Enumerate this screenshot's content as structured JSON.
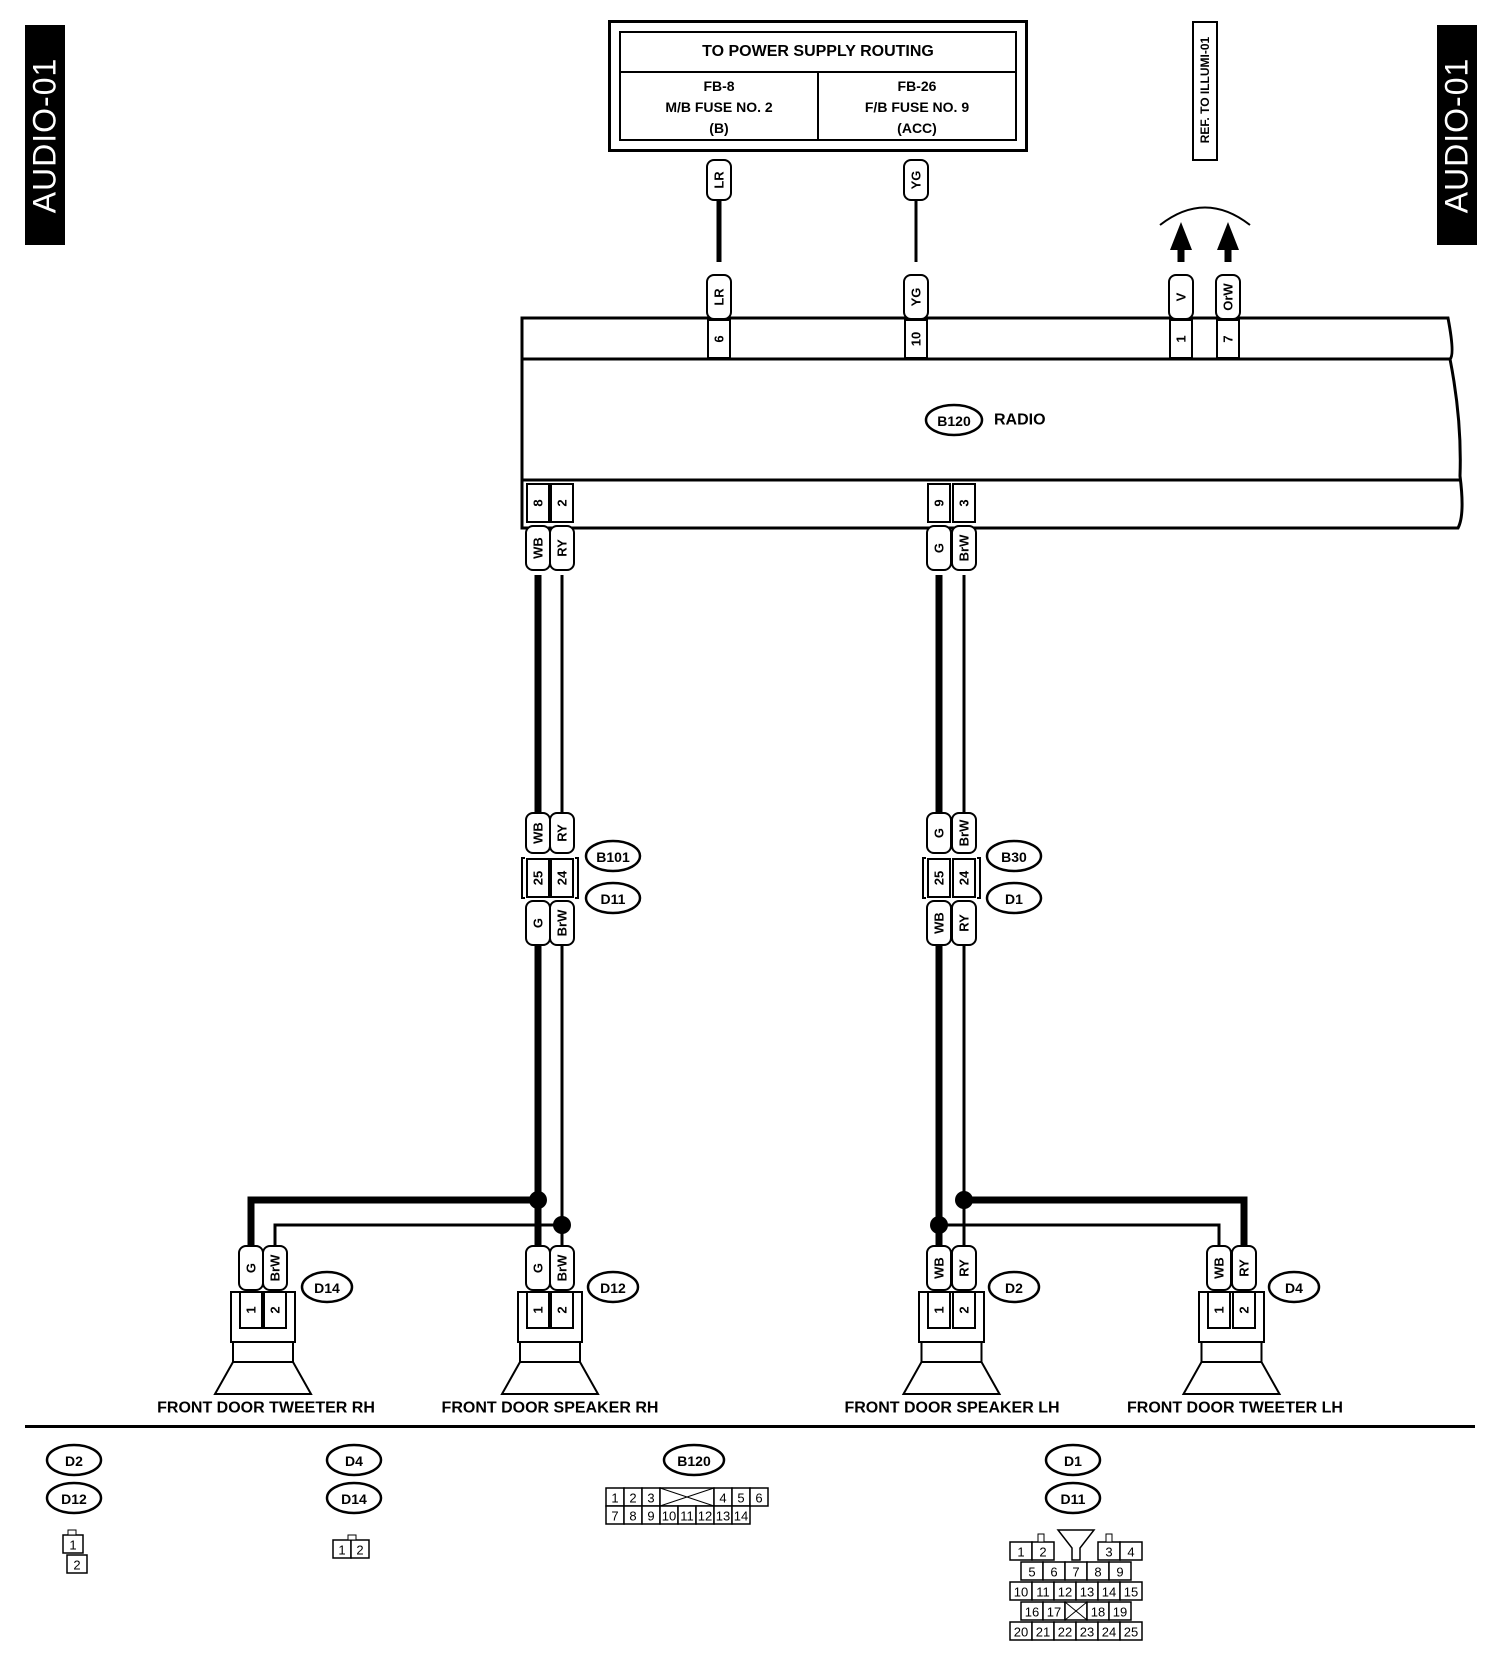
{
  "page_tags": {
    "left": "AUDIO-01",
    "right": "AUDIO-01"
  },
  "power_supply": {
    "title": "TO POWER SUPPLY ROUTING",
    "left": {
      "line1": "FB-8",
      "line2": "M/B FUSE NO. 2",
      "line3": "(B)"
    },
    "right": {
      "line1": "FB-26",
      "line2": "F/B FUSE NO. 9",
      "line3": "(ACC)"
    }
  },
  "ref_illum": "REF. TO ILLUMI-01",
  "radio": {
    "connector": "B120",
    "label": "RADIO"
  },
  "top_wires": [
    {
      "color": "LR",
      "pin": "6"
    },
    {
      "color": "YG",
      "pin": "10"
    },
    {
      "color": "V",
      "pin": "1"
    },
    {
      "color": "OrW",
      "pin": "7"
    }
  ],
  "bottom_pins": [
    {
      "pin": "8",
      "color": "WB"
    },
    {
      "pin": "2",
      "color": "RY"
    },
    {
      "pin": "9",
      "color": "G"
    },
    {
      "pin": "3",
      "color": "BrW"
    }
  ],
  "joint_rh": {
    "upper_connector": "B101",
    "lower_connector": "D11",
    "upper_colors": [
      "WB",
      "RY"
    ],
    "pins": [
      "25",
      "24"
    ],
    "lower_colors": [
      "G",
      "BrW"
    ]
  },
  "joint_lh": {
    "upper_connector": "B30",
    "lower_connector": "D1",
    "upper_colors": [
      "G",
      "BrW"
    ],
    "pins": [
      "25",
      "24"
    ],
    "lower_colors": [
      "WB",
      "RY"
    ]
  },
  "speakers": [
    {
      "connector": "D14",
      "colors": [
        "G",
        "BrW"
      ],
      "pins": [
        "1",
        "2"
      ],
      "label": "FRONT DOOR TWEETER RH"
    },
    {
      "connector": "D12",
      "colors": [
        "G",
        "BrW"
      ],
      "pins": [
        "1",
        "2"
      ],
      "label": "FRONT DOOR SPEAKER RH"
    },
    {
      "connector": "D2",
      "colors": [
        "WB",
        "RY"
      ],
      "pins": [
        "1",
        "2"
      ],
      "label": "FRONT DOOR SPEAKER LH"
    },
    {
      "connector": "D4",
      "colors": [
        "WB",
        "RY"
      ],
      "pins": [
        "1",
        "2"
      ],
      "label": "FRONT DOOR TWEETER LH"
    }
  ],
  "connector_views": [
    {
      "ids": [
        "D2",
        "D12"
      ],
      "pins": [
        "1",
        "2"
      ]
    },
    {
      "ids": [
        "D4",
        "D14"
      ],
      "pins": [
        "1",
        "2"
      ]
    },
    {
      "ids": [
        "B120"
      ],
      "rows": [
        [
          "1",
          "2",
          "3",
          "",
          "4",
          "5",
          "6"
        ],
        [
          "7",
          "8",
          "9",
          "10",
          "11",
          "12",
          "13",
          "14"
        ]
      ]
    },
    {
      "ids": [
        "D1",
        "D11"
      ],
      "rows": [
        [
          "1",
          "2",
          "",
          "3",
          "4"
        ],
        [
          "5",
          "6",
          "7",
          "8",
          "9"
        ],
        [
          "10",
          "11",
          "12",
          "13",
          "14",
          "15"
        ],
        [
          "16",
          "17",
          "",
          "18",
          "19"
        ],
        [
          "20",
          "21",
          "22",
          "23",
          "24",
          "25"
        ]
      ]
    }
  ],
  "colors": {
    "ink": "#000000",
    "paper": "#ffffff"
  }
}
